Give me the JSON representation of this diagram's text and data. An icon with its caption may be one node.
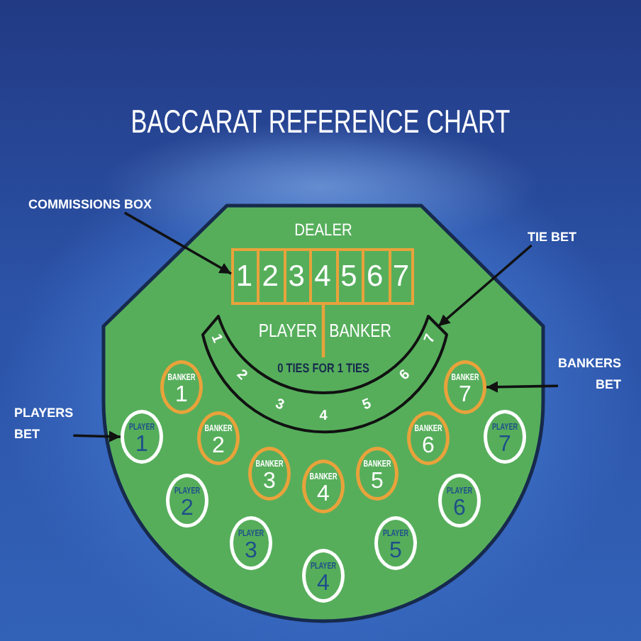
{
  "diagram": {
    "title": "BACCARAT REFERENCE CHART",
    "nodes": [
      {
        "text": [
          "COMMISSIONS BOX"
        ]
      },
      {
        "text": [
          "DEALER",
          "PLAYER",
          "BANKER"
        ]
      },
      {
        "text": [],
        "shape": "box",
        "in": 1
      },
      {
        "text": [
          "1"
        ],
        "in": 2
      },
      {
        "text": [
          "2"
        ],
        "in": 2
      },
      {
        "text": [
          "3"
        ],
        "in": 2
      },
      {
        "text": [
          "4"
        ],
        "in": 2
      },
      {
        "text": [
          "5"
        ],
        "in": 2
      },
      {
        "text": [
          "6"
        ],
        "in": 2
      },
      {
        "text": [
          "7"
        ],
        "in": 2
      },
      {
        "text": [
          "TIE BET"
        ]
      },
      {
        "text": [
          "1",
          "7",
          "0 TIES FOR 1 TIES",
          "2",
          "6",
          "3",
          "5",
          "4"
        ],
        "in": 1
      },
      {
        "text": [
          "BANKERS BET"
        ]
      },
      {
        "text": [
          "PLAYERS BET"
        ]
      },
      {
        "text": [
          "BANKER",
          "1"
        ],
        "in": 1
      },
      {
        "text": [
          "BANKER",
          "2"
        ],
        "in": 1
      },
      {
        "text": [
          "BANKER",
          "3"
        ],
        "in": 1
      },
      {
        "text": [
          "BANKER",
          "4"
        ],
        "in": 1
      },
      {
        "text": [
          "BANKER",
          "5"
        ],
        "in": 1
      },
      {
        "text": [
          "BANKER",
          "6"
        ],
        "in": 1
      },
      {
        "text": [
          "BANKER",
          "7"
        ],
        "in": 1
      },
      {
        "text": [
          "PLAYER",
          "1"
        ],
        "in": 1
      },
      {
        "text": [
          "PLAYER",
          "2"
        ],
        "in": 1
      },
      {
        "text": [
          "PLAYER",
          "3"
        ],
        "in": 1
      },
      {
        "text": [
          "PLAYER",
          "4"
        ],
        "in": 1
      },
      {
        "text": [
          "PLAYER",
          "5"
        ],
        "in": 1
      },
      {
        "text": [
          "PLAYER",
          "6"
        ],
        "in": 1
      },
      {
        "text": [
          "PLAYER",
          "7"
        ],
        "in": 1
      }
    ],
    "edges": [
      {
        "from": 0,
        "to": 2,
        "arrow": "to"
      },
      {
        "from": 10,
        "to": 11,
        "arrow": "to"
      },
      {
        "from": 12,
        "to": 20,
        "arrow": "to"
      },
      {
        "from": 13,
        "to": 21,
        "arrow": "to"
      }
    ]
  }
}
